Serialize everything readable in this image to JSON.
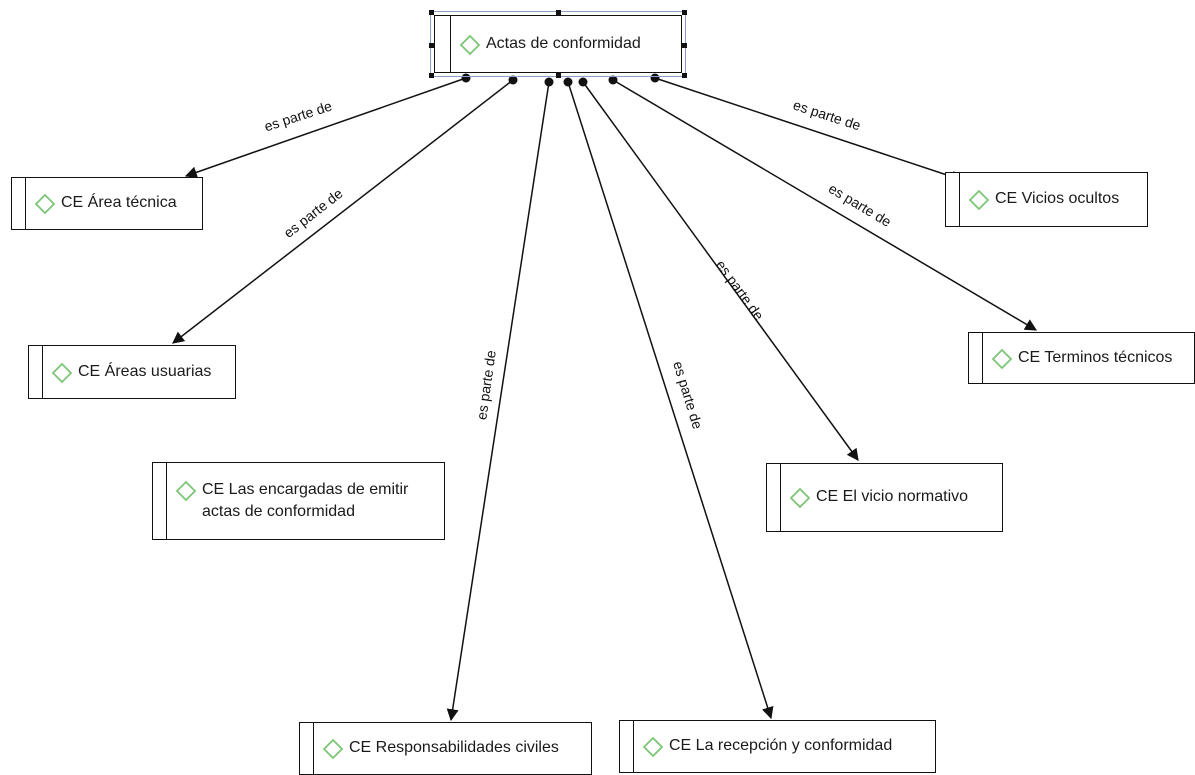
{
  "diagram": {
    "root": {
      "label": "Actas de conformidad"
    },
    "relation_label": "es parte de",
    "nodes": [
      {
        "label": "CE Área técnica"
      },
      {
        "label": "CE Áreas usuarias"
      },
      {
        "label": "CE Las encargadas de emitir actas de conformidad"
      },
      {
        "label": "CE Responsabilidades civiles"
      },
      {
        "label": "CE La recepción y conformidad"
      },
      {
        "label": "CE El vicio normativo"
      },
      {
        "label": "CE Terminos técnicos"
      },
      {
        "label": "CE Vicios ocultos"
      }
    ],
    "edges": [
      {
        "from": "root",
        "to": 0,
        "label": "es parte de"
      },
      {
        "from": "root",
        "to": 1,
        "label": "es parte de"
      },
      {
        "from": "root",
        "to": 3,
        "label": "es parte de"
      },
      {
        "from": "root",
        "to": 4,
        "label": "es parte de"
      },
      {
        "from": "root",
        "to": 5,
        "label": "es parte de"
      },
      {
        "from": "root",
        "to": 6,
        "label": "es parte de"
      },
      {
        "from": "root",
        "to": 7,
        "label": "es parte de"
      }
    ],
    "colors": {
      "icon": "#7cc576",
      "line": "#111111",
      "selection": "#8aa0c8"
    },
    "icon_name": "diamond-icon"
  }
}
